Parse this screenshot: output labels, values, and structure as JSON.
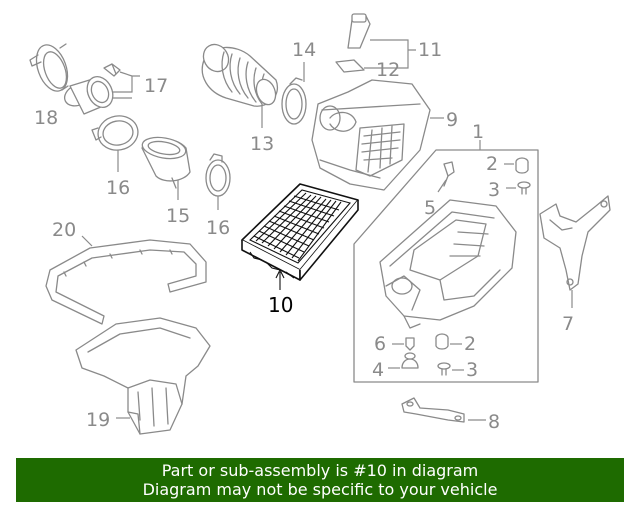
{
  "callouts": {
    "c1": "1",
    "c2a": "2",
    "c2b": "2",
    "c3a": "3",
    "c3b": "3",
    "c4": "4",
    "c5": "5",
    "c6": "6",
    "c7": "7",
    "c8": "8",
    "c9": "9",
    "c10": "10",
    "c11": "11",
    "c12": "12",
    "c13": "13",
    "c14": "14",
    "c15": "15",
    "c16a": "16",
    "c16b": "16",
    "c17": "17",
    "c18": "18",
    "c19": "19",
    "c20": "20"
  },
  "banner": {
    "line1": "Part or sub-assembly is #10 in diagram",
    "line2": "Diagram may not be specific to your vehicle",
    "color": "#1e6b00"
  },
  "highlight_part": "10"
}
